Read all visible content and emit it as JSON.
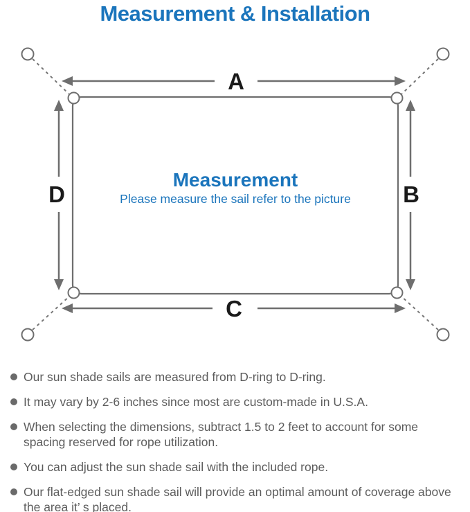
{
  "title": "Measurement & Installation",
  "colors": {
    "accent_blue": "#1b75bc",
    "diagram_gray": "#6e6e6e",
    "label_black": "#1a1a1a",
    "note_text_gray": "#5c5c5c"
  },
  "diagram": {
    "center_title": "Measurement",
    "center_subtitle": "Please measure the sail refer to the picture",
    "labels": {
      "top": "A",
      "right": "B",
      "bottom": "C",
      "left": "D"
    },
    "icons": {
      "corner_hardware": "d-ring-icon",
      "mount_point": "anchor-point-icon",
      "rope": "dashed-rope-line",
      "dimension": "double-headed-arrow"
    }
  },
  "notes": [
    "Our sun shade sails are measured from D-ring to D-ring.",
    "It may vary by 2-6 inches since most are custom-made in U.S.A.",
    "When selecting the dimensions, subtract 1.5 to 2 feet to account for some spacing reserved for rope utilization.",
    "You can adjust the sun shade sail with the included rope.",
    "Our flat-edged sun shade sail will provide an optimal amount of coverage above the area it’ s placed."
  ]
}
